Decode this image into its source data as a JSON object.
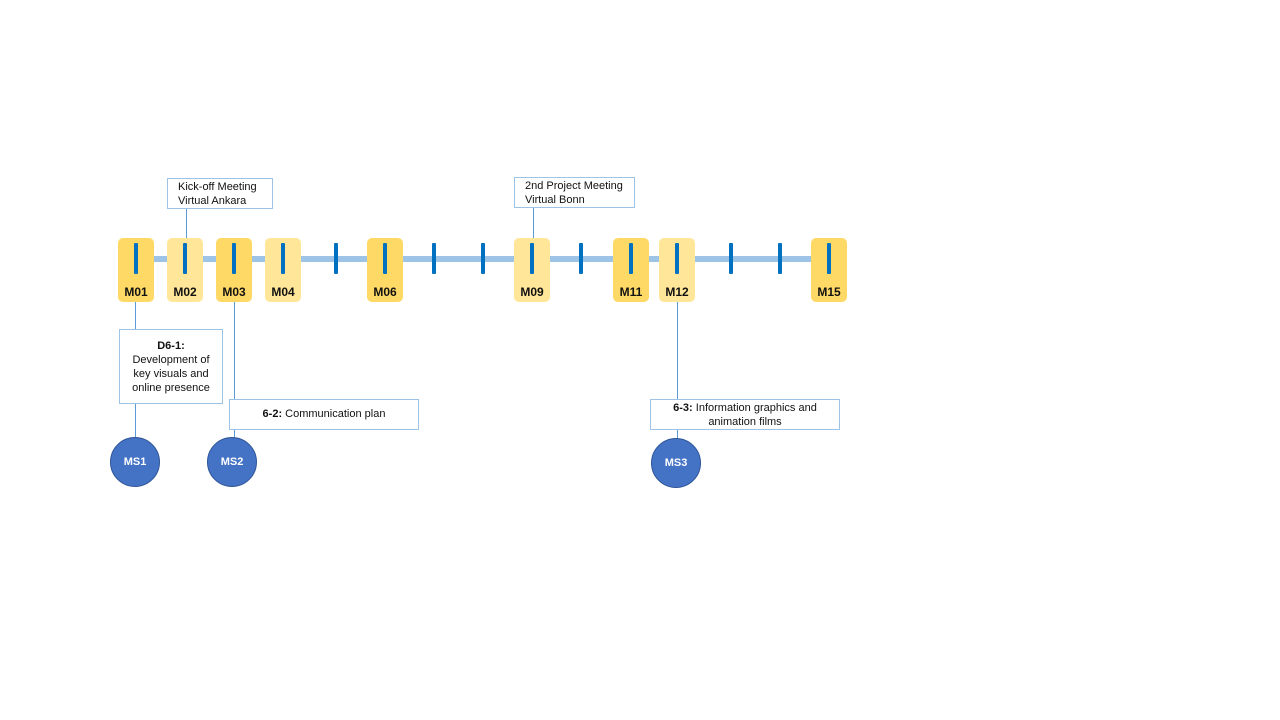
{
  "colors": {
    "timeline": "#9dc3e6",
    "tick": "#0070c0",
    "month_dark": "#ffd966",
    "month_light": "#ffe699",
    "box_border": "#9dc3e6",
    "connector": "#5b9bd5",
    "milestone_fill": "#4472c4",
    "milestone_border": "#2f5597"
  },
  "months": {
    "m01": "M01",
    "m02": "M02",
    "m03": "M03",
    "m04": "M04",
    "m06": "M06",
    "m09": "M09",
    "m11": "M11",
    "m12": "M12",
    "m15": "M15"
  },
  "events": {
    "kickoff": {
      "line1": "Kick-off Meeting",
      "line2": "Virtual Ankara"
    },
    "second_meeting": {
      "line1": "2nd Project Meeting",
      "line2": "Virtual Bonn"
    }
  },
  "deliverables": {
    "d61": {
      "code": "D6-1:",
      "line1": "Development of",
      "line2": "key visuals and",
      "line3": "online presence"
    },
    "d62": {
      "code": "6-2:",
      "text": "Communication plan"
    },
    "d63": {
      "code": "6-3:",
      "text1": "Information graphics and",
      "text2": "animation films"
    }
  },
  "milestones": {
    "ms1": "MS1",
    "ms2": "MS2",
    "ms3": "MS3"
  }
}
